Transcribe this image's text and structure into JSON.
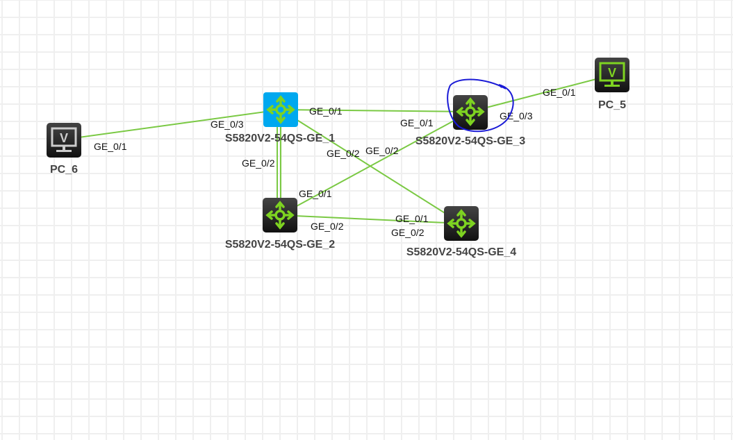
{
  "nodes": {
    "sw1": {
      "label": "S5820V2-54QS-GE_1",
      "selected": true
    },
    "sw2": {
      "label": "S5820V2-54QS-GE_2"
    },
    "sw3": {
      "label": "S5820V2-54QS-GE_3"
    },
    "sw4": {
      "label": "S5820V2-54QS-GE_4"
    },
    "pc5": {
      "label": "PC_5",
      "icon_text": "V"
    },
    "pc6": {
      "label": "PC_6",
      "icon_text": "V"
    }
  },
  "ports": {
    "pc6_sw1_a": "GE_0/1",
    "pc6_sw1_b": "GE_0/3",
    "sw1_sw3_a": "GE_0/1",
    "sw1_sw3_b": "GE_0/1",
    "sw1_sw4": "GE_0/2",
    "sw1_sw2": "GE_0/2",
    "sw3_sw2_a": "GE_0/2",
    "sw3_sw2_b": "GE_0/1",
    "sw3_pc5_a": "GE_0/3",
    "sw3_pc5_b": "GE_0/1",
    "sw2_sw4_a": "GE_0/2",
    "sw2_sw4_b": "GE_0/1",
    "sw4_sw1": "GE_0/2"
  },
  "colors": {
    "link": "#7ac943",
    "selected": "#00a8ef",
    "device": "#1e1e1e",
    "icon": "#7ed321",
    "annotation": "#1a1ad6"
  }
}
